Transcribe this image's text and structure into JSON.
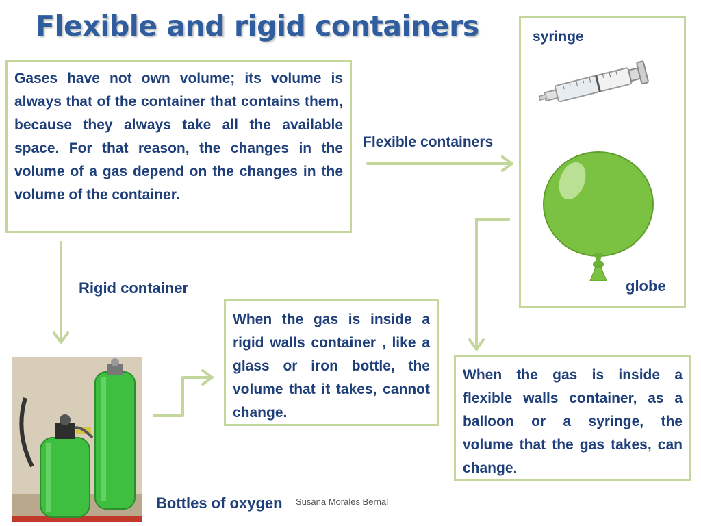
{
  "title": "Flexible and rigid containers",
  "intro_text": "Gases have not own volume; its volume is always that of the container that contains them, because they always take all the available space. For that reason, the changes in the volume of a gas depend on the changes in the volume of the container.",
  "labels": {
    "flexible": "Flexible containers",
    "rigid": "Rigid container",
    "syringe": "syringe",
    "globe": "globe",
    "bottles": "Bottles of oxygen"
  },
  "rigid_text": "When the gas is inside a rigid walls container , like a glass or iron bottle, the volume that it takes, cannot change.",
  "flexible_text": "When the gas is inside a flexible walls container, as a balloon or a syringe, the volume that the gas takes, can change.",
  "credit": "Susana Morales Bernal",
  "icons": {
    "syringe": "syringe-icon",
    "balloon": "balloon-icon",
    "oxygen_bottles": "oxygen-bottle-icon"
  },
  "colors": {
    "title": "#2f5d9e",
    "text": "#1f3f7a",
    "border": "#c3d69b",
    "balloon": "#7cc242",
    "bottle": "#3fbf3f"
  }
}
